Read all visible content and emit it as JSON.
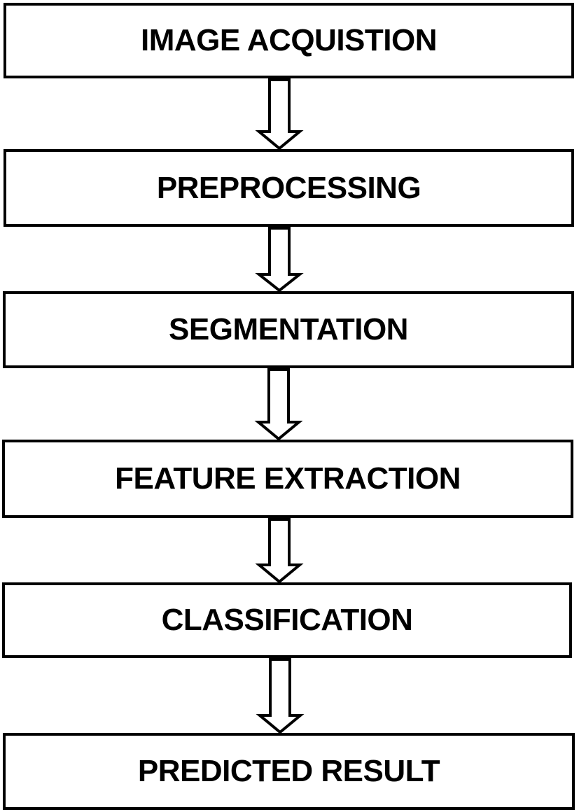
{
  "diagram": {
    "steps": [
      {
        "label": "IMAGE ACQUISTION"
      },
      {
        "label": "PREPROCESSING"
      },
      {
        "label": "SEGMENTATION"
      },
      {
        "label": "FEATURE EXTRACTION"
      },
      {
        "label": "CLASSIFICATION"
      },
      {
        "label": "PREDICTED RESULT"
      }
    ],
    "colors": {
      "border": "#000000",
      "fill": "#ffffff",
      "text": "#000000"
    }
  }
}
